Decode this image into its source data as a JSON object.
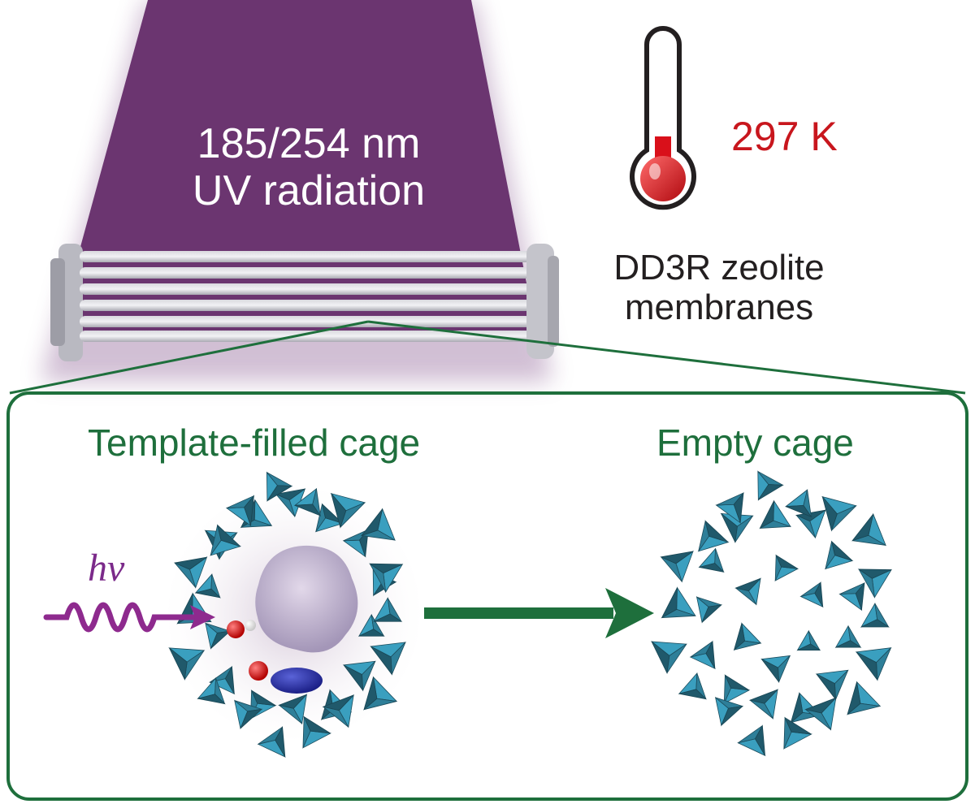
{
  "beam": {
    "line1": "185/254 nm",
    "line2": "UV radiation",
    "color": "#6b3570"
  },
  "thermometer": {
    "value": "297 K",
    "color": "#c8161d"
  },
  "membrane": {
    "line1": "DD3R zeolite",
    "line2": "membranes"
  },
  "zoom_box": {
    "left_title": "Template-filled cage",
    "right_title": "Empty cage",
    "photon_label": "hv",
    "title_color": "#1e6f3c",
    "tetrahedra_color": "#2e7f99"
  }
}
